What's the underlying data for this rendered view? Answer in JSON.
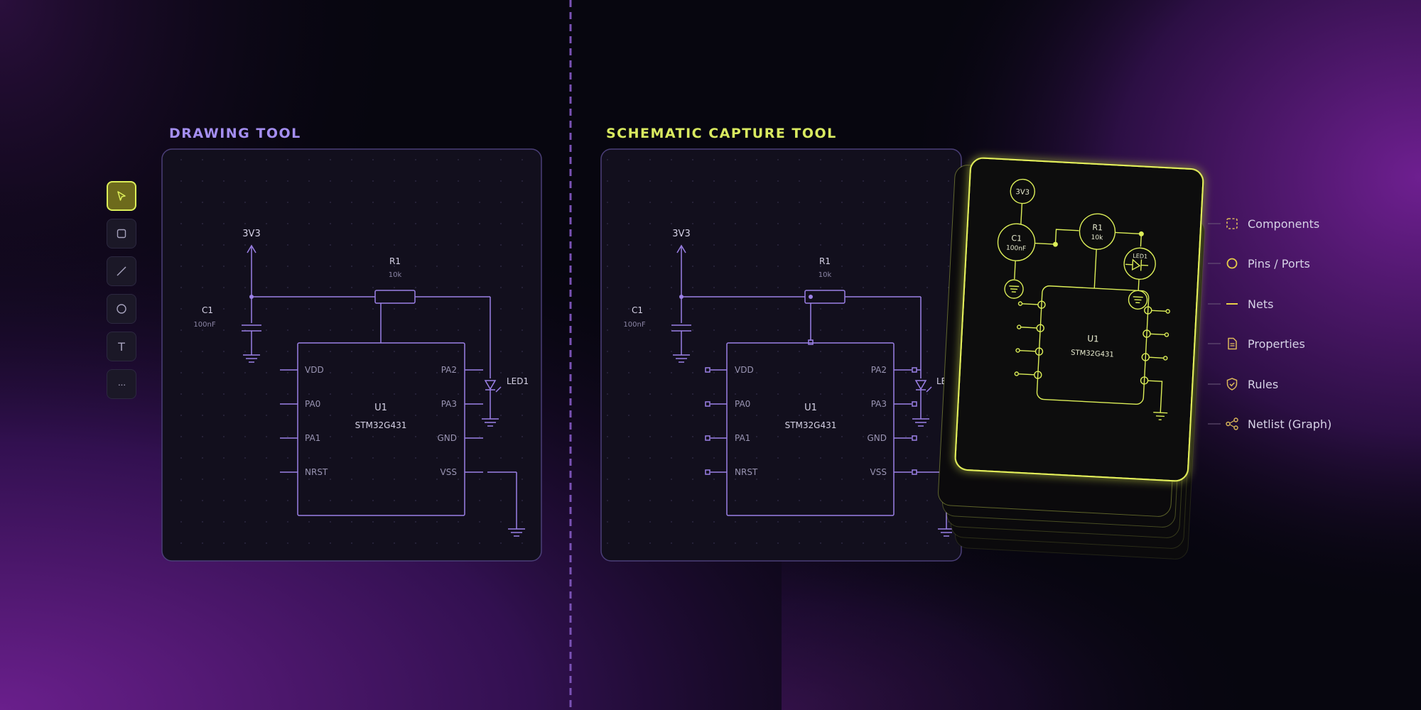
{
  "colors": {
    "purple": "#9b80e6",
    "yellow": "#dcee58",
    "bg": "#07060f"
  },
  "left": {
    "title": "DRAWING TOOL"
  },
  "right": {
    "title": "SCHEMATIC CAPTURE TOOL"
  },
  "toolbar": [
    {
      "name": "select-tool",
      "icon": "cursor-icon"
    },
    {
      "name": "rectangle-tool",
      "icon": "square-icon"
    },
    {
      "name": "line-tool",
      "icon": "line-icon"
    },
    {
      "name": "circle-tool",
      "icon": "circle-icon"
    },
    {
      "name": "text-tool",
      "icon": "text-icon",
      "glyph": "T"
    },
    {
      "name": "more-tool",
      "icon": "more-icon",
      "glyph": "···"
    }
  ],
  "circuit": {
    "power": "3V3",
    "r1": {
      "ref": "R1",
      "value": "10k"
    },
    "c1": {
      "ref": "C1",
      "value": "100nF"
    },
    "u1": {
      "ref": "U1",
      "part": "STM32G431"
    },
    "pins_left": [
      "VDD",
      "PA0",
      "PA1",
      "NRST"
    ],
    "pins_right": [
      "PA2",
      "PA3",
      "GND",
      "VSS"
    ],
    "led": "LED1",
    "led_short": "LED"
  },
  "graph": {
    "power": "3V3",
    "c1": "C1",
    "c1_val": "100nF",
    "r1": "R1",
    "r1_val": "10k",
    "led": "LED1",
    "u1": "U1",
    "u1_part": "STM32G431"
  },
  "legend": [
    {
      "label": "Components",
      "icon": "dashed-square-icon"
    },
    {
      "label": "Pins / Ports",
      "icon": "circle-icon"
    },
    {
      "label": "Nets",
      "icon": "line-icon"
    },
    {
      "label": "Properties",
      "icon": "document-icon"
    },
    {
      "label": "Rules",
      "icon": "shield-check-icon"
    },
    {
      "label": "Netlist (Graph)",
      "icon": "graph-icon"
    }
  ]
}
